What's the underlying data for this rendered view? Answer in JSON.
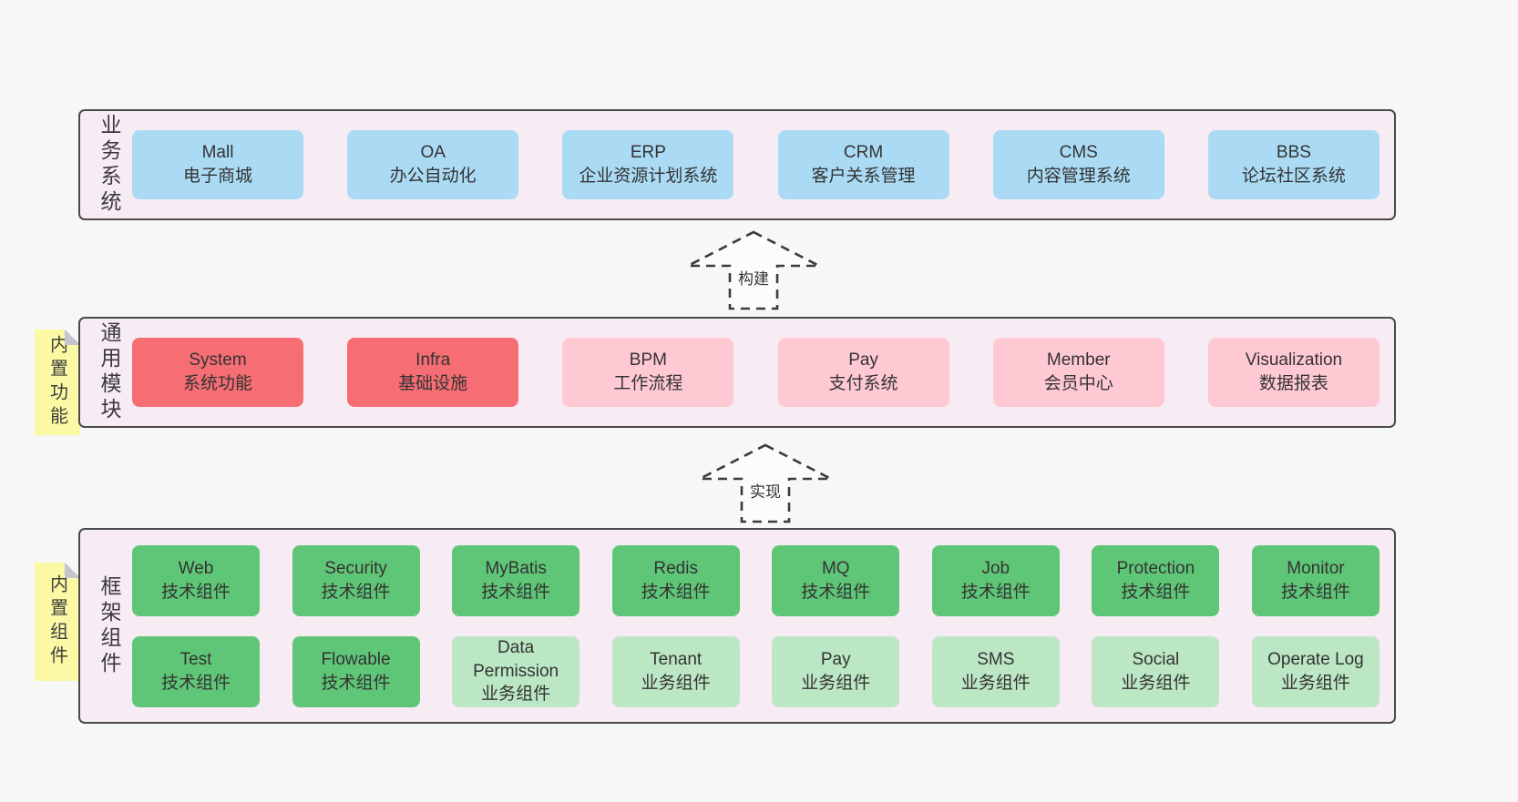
{
  "colors": {
    "page_bg": "#f7f7f7",
    "panel_bg": "#f7ecf4",
    "panel_border": "#4a4a4a",
    "box_blue": "#abdbf4",
    "box_red": "#f76d74",
    "box_pink": "#ffc9d3",
    "box_green": "#5fc677",
    "box_green_light": "#bce7c4",
    "tag_yellow": "#fbf9a3",
    "text": "#333333"
  },
  "arrows": [
    {
      "label": "构建",
      "direction": "up"
    },
    {
      "label": "实现",
      "direction": "up"
    }
  ],
  "sections": [
    {
      "label": "业务系统",
      "boxes": [
        {
          "title": "Mall",
          "subtitle": "电子商城",
          "variant": "blue"
        },
        {
          "title": "OA",
          "subtitle": "办公自动化",
          "variant": "blue"
        },
        {
          "title": "ERP",
          "subtitle": "企业资源计划系统",
          "variant": "blue"
        },
        {
          "title": "CRM",
          "subtitle": "客户关系管理",
          "variant": "blue"
        },
        {
          "title": "CMS",
          "subtitle": "内容管理系统",
          "variant": "blue"
        },
        {
          "title": "BBS",
          "subtitle": "论坛社区系统",
          "variant": "blue"
        }
      ]
    },
    {
      "label": "通用模块",
      "tag": "内置功能",
      "boxes": [
        {
          "title": "System",
          "subtitle": "系统功能",
          "variant": "red"
        },
        {
          "title": "Infra",
          "subtitle": "基础设施",
          "variant": "red"
        },
        {
          "title": "BPM",
          "subtitle": "工作流程",
          "variant": "pink"
        },
        {
          "title": "Pay",
          "subtitle": "支付系统",
          "variant": "pink"
        },
        {
          "title": "Member",
          "subtitle": "会员中心",
          "variant": "pink"
        },
        {
          "title": "Visualization",
          "subtitle": "数据报表",
          "variant": "pink"
        }
      ]
    },
    {
      "label": "框架组件",
      "tag": "内置组件",
      "rows": [
        {
          "boxes": [
            {
              "title": "Web",
              "subtitle": "技术组件",
              "variant": "green"
            },
            {
              "title": "Security",
              "subtitle": "技术组件",
              "variant": "green"
            },
            {
              "title": "MyBatis",
              "subtitle": "技术组件",
              "variant": "green"
            },
            {
              "title": "Redis",
              "subtitle": "技术组件",
              "variant": "green"
            },
            {
              "title": "MQ",
              "subtitle": "技术组件",
              "variant": "green"
            },
            {
              "title": "Job",
              "subtitle": "技术组件",
              "variant": "green"
            },
            {
              "title": "Protection",
              "subtitle": "技术组件",
              "variant": "green"
            },
            {
              "title": "Monitor",
              "subtitle": "技术组件",
              "variant": "green"
            }
          ]
        },
        {
          "boxes": [
            {
              "title": "Test",
              "subtitle": "技术组件",
              "variant": "green"
            },
            {
              "title": "Flowable",
              "subtitle": "技术组件",
              "variant": "green"
            },
            {
              "title": "Data Permission",
              "subtitle": "业务组件",
              "variant": "green-light"
            },
            {
              "title": "Tenant",
              "subtitle": "业务组件",
              "variant": "green-light"
            },
            {
              "title": "Pay",
              "subtitle": "业务组件",
              "variant": "green-light"
            },
            {
              "title": "SMS",
              "subtitle": "业务组件",
              "variant": "green-light"
            },
            {
              "title": "Social",
              "subtitle": "业务组件",
              "variant": "green-light"
            },
            {
              "title": "Operate Log",
              "subtitle": "业务组件",
              "variant": "green-light"
            }
          ]
        }
      ]
    }
  ]
}
